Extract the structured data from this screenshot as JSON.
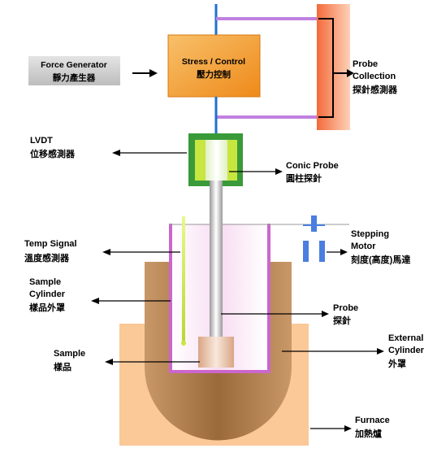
{
  "labels": {
    "force_generator": [
      "Force Generator",
      "靜力產生器"
    ],
    "stress_control": [
      "Stress / Control",
      "壓力控制"
    ],
    "probe_collection": [
      "Probe",
      "Collection",
      "探針感測器"
    ],
    "lvdt": [
      "LVDT",
      "位移感測器"
    ],
    "conic_probe": [
      "Conic Probe",
      "圓柱探針"
    ],
    "stepping_motor": [
      "Stepping",
      "Motor",
      "刻度(高度)馬達"
    ],
    "temp_signal": [
      "Temp Signal",
      "溫度感測器"
    ],
    "sample_cylinder": [
      "Sample",
      "Cylinder",
      "樣品外罩"
    ],
    "probe": [
      "Probe",
      "探針"
    ],
    "external_cylinder": [
      "External",
      "Cylinder",
      "外罩"
    ],
    "sample": [
      "Sample",
      "樣品"
    ],
    "furnace": [
      "Furnace",
      "加熱爐"
    ]
  },
  "colors": {
    "control_box": "#f5a030",
    "probe_collection_bar": "#f07848",
    "furnace": "#fbc898",
    "external_cylinder": "#b07c48",
    "sample_cylinder": "#f5d8f0",
    "sample_cylinder_border": "#cc66cc",
    "connector_violet": "#c080e0",
    "shaft_blue": "#1f6fd0",
    "lvdt_outer": "#3a9a3a",
    "lvdt_inner": "#c8e640",
    "motor_blue": "#4a7ee0",
    "force_box": "#cfcfcf"
  }
}
